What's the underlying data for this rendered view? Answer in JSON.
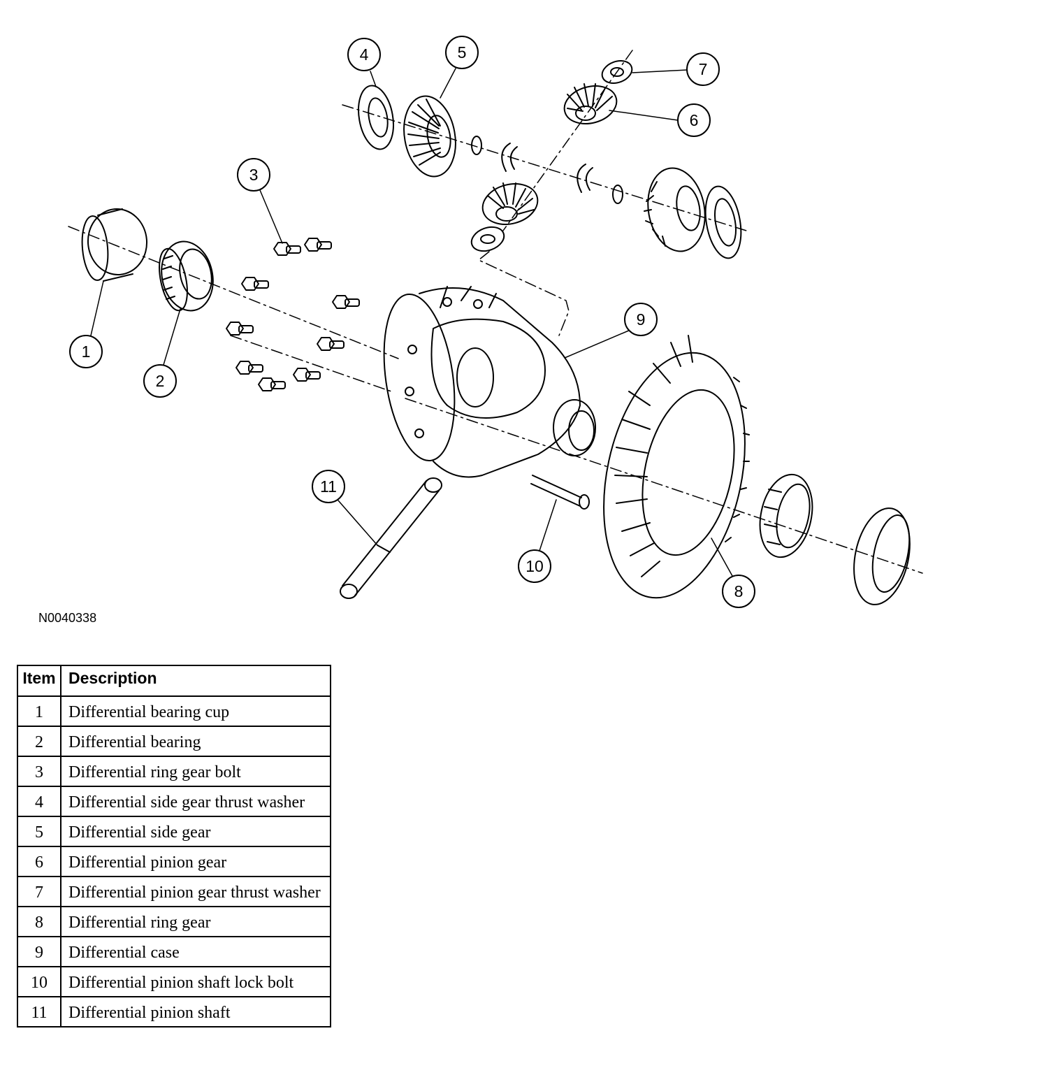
{
  "figure_id": "N0040338",
  "table": {
    "header_item": "Item",
    "header_description": "Description",
    "rows": [
      {
        "item": "1",
        "description": "Differential bearing cup"
      },
      {
        "item": "2",
        "description": "Differential bearing"
      },
      {
        "item": "3",
        "description": "Differential ring gear bolt"
      },
      {
        "item": "4",
        "description": "Differential side gear thrust washer"
      },
      {
        "item": "5",
        "description": "Differential side gear"
      },
      {
        "item": "6",
        "description": "Differential pinion gear"
      },
      {
        "item": "7",
        "description": "Differential pinion gear thrust washer"
      },
      {
        "item": "8",
        "description": "Differential ring gear"
      },
      {
        "item": "9",
        "description": "Differential case"
      },
      {
        "item": "10",
        "description": "Differential pinion shaft lock bolt"
      },
      {
        "item": "11",
        "description": "Differential pinion shaft"
      }
    ]
  },
  "callouts": [
    "1",
    "2",
    "3",
    "4",
    "5",
    "6",
    "7",
    "8",
    "9",
    "10",
    "11"
  ]
}
